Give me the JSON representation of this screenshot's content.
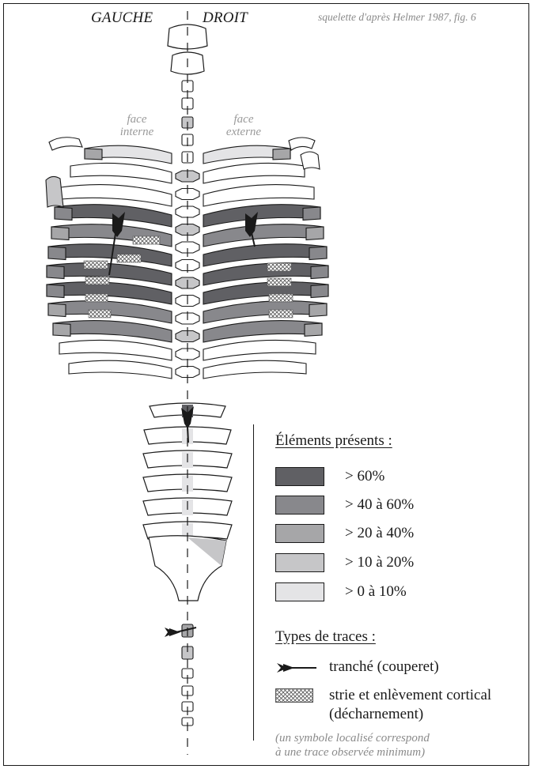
{
  "header": {
    "left_side": "GAUCHE",
    "right_side": "DROIT",
    "source": "squelette d'après Helmer 1987, fig. 6"
  },
  "faces": {
    "internal": [
      "face",
      "interne"
    ],
    "external": [
      "face",
      "externe"
    ]
  },
  "legend": {
    "elements_title": "Éléments présents :",
    "levels": [
      {
        "label": "> 60%",
        "color": "#606064"
      },
      {
        "label": "> 40 à 60%",
        "color": "#88888c"
      },
      {
        "label": "> 20 à 40%",
        "color": "#a6a6a8"
      },
      {
        "label": "> 10 à 20%",
        "color": "#c6c6c8"
      },
      {
        "label": "> 0 à 10%",
        "color": "#e4e4e6"
      }
    ],
    "traces_title": "Types de traces :",
    "traces": [
      {
        "label": "tranché (couperet)",
        "icon": "chop-arrow-icon"
      },
      {
        "label": "strie et enlèvement cortical",
        "label2": "(décharnement)",
        "icon": "crosshatch-icon"
      }
    ],
    "note": [
      "(un symbole localisé correspond",
      "à une trace observée minimum)"
    ]
  }
}
